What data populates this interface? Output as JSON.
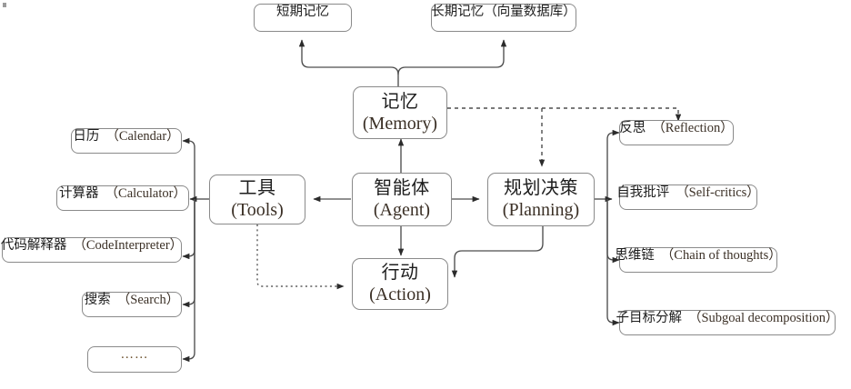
{
  "diagram": {
    "title": "LLM Agent architecture diagram",
    "style": {
      "border_color": "#8a8a8a",
      "cn_text_color": "#1d1d1d",
      "en_text_color": "#3b3026",
      "line_color": "#4d4d4d",
      "background": "#ffffff"
    },
    "core_nodes": {
      "memory": {
        "cn": "记忆",
        "en": "(Memory)"
      },
      "tools": {
        "cn": "工具",
        "en": "(Tools)"
      },
      "agent": {
        "cn": "智能体",
        "en": "(Agent)"
      },
      "planning": {
        "cn": "规划决策",
        "en": "(Planning)"
      },
      "action": {
        "cn": "行动",
        "en": "(Action)"
      }
    },
    "memory_branches": [
      {
        "cn": "短期记忆",
        "en": ""
      },
      {
        "cn": "长期记忆（向量数据库）",
        "en": ""
      }
    ],
    "tool_branches": [
      {
        "cn": "日历",
        "en": "（Calendar）"
      },
      {
        "cn": "计算器",
        "en": "（Calculator）"
      },
      {
        "cn": "代码解释器",
        "en": "（CodeInterpreter）"
      },
      {
        "cn": "搜索",
        "en": "（Search）"
      },
      {
        "cn": "",
        "en": "……"
      }
    ],
    "planning_branches": [
      {
        "cn": "反思",
        "en": "（Reflection）"
      },
      {
        "cn": "自我批评",
        "en": "（Self-critics）"
      },
      {
        "cn": "思维链",
        "en": "（Chain of thoughts）"
      },
      {
        "cn": "子目标分解",
        "en": "（Subgoal decomposition）"
      }
    ],
    "edges": [
      {
        "from": "memory",
        "to": "短期记忆",
        "style": "solid",
        "arrow": true
      },
      {
        "from": "memory",
        "to": "长期记忆（向量数据库）",
        "style": "solid",
        "arrow": true
      },
      {
        "from": "agent",
        "to": "memory",
        "style": "solid",
        "arrow": true
      },
      {
        "from": "agent",
        "to": "tools",
        "style": "solid",
        "arrow": true
      },
      {
        "from": "agent",
        "to": "planning",
        "style": "solid",
        "arrow": true
      },
      {
        "from": "agent",
        "to": "action",
        "style": "solid",
        "arrow": true
      },
      {
        "from": "memory",
        "to": "planning",
        "style": "dashed",
        "arrow": true
      },
      {
        "from": "memory",
        "to": "反思",
        "style": "dashed",
        "arrow": true
      },
      {
        "from": "tools",
        "to": "action",
        "style": "dotted",
        "arrow": true
      },
      {
        "from": "planning",
        "to": "action",
        "style": "solid",
        "arrow": true
      },
      {
        "from": "tools",
        "to": "tool_branches",
        "style": "solid",
        "arrow": true
      },
      {
        "from": "planning",
        "to": "planning_branches",
        "style": "solid",
        "arrow": true
      }
    ]
  }
}
